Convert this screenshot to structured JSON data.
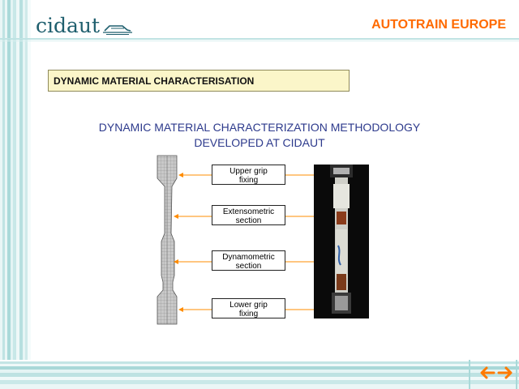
{
  "header": {
    "logo_text": "cidaut",
    "brand": "AUTOTRAIN EUROPE"
  },
  "section_title": "DYNAMIC MATERIAL CHARACTERISATION",
  "subtitle": {
    "line1": "DYNAMIC MATERIAL CHARACTERIZATION METHODOLOGY",
    "line2": "DEVELOPED AT CIDAUT"
  },
  "callouts": [
    {
      "line1": "Upper grip",
      "line2": "fixing"
    },
    {
      "line1": "Extensometric",
      "line2": "section"
    },
    {
      "line1": "Dynamometric",
      "line2": "section"
    },
    {
      "line1": "Lower grip",
      "line2": "fixing"
    }
  ],
  "colors": {
    "brand": "#ff6a00",
    "arrow": "#ff8c00",
    "subtitle": "#2d3a8c",
    "logo": "#1f5f6e",
    "section_bg": "#fbf6c9"
  },
  "nav": {
    "prev_icon": "arrow-left-icon",
    "next_icon": "arrow-right-icon"
  }
}
